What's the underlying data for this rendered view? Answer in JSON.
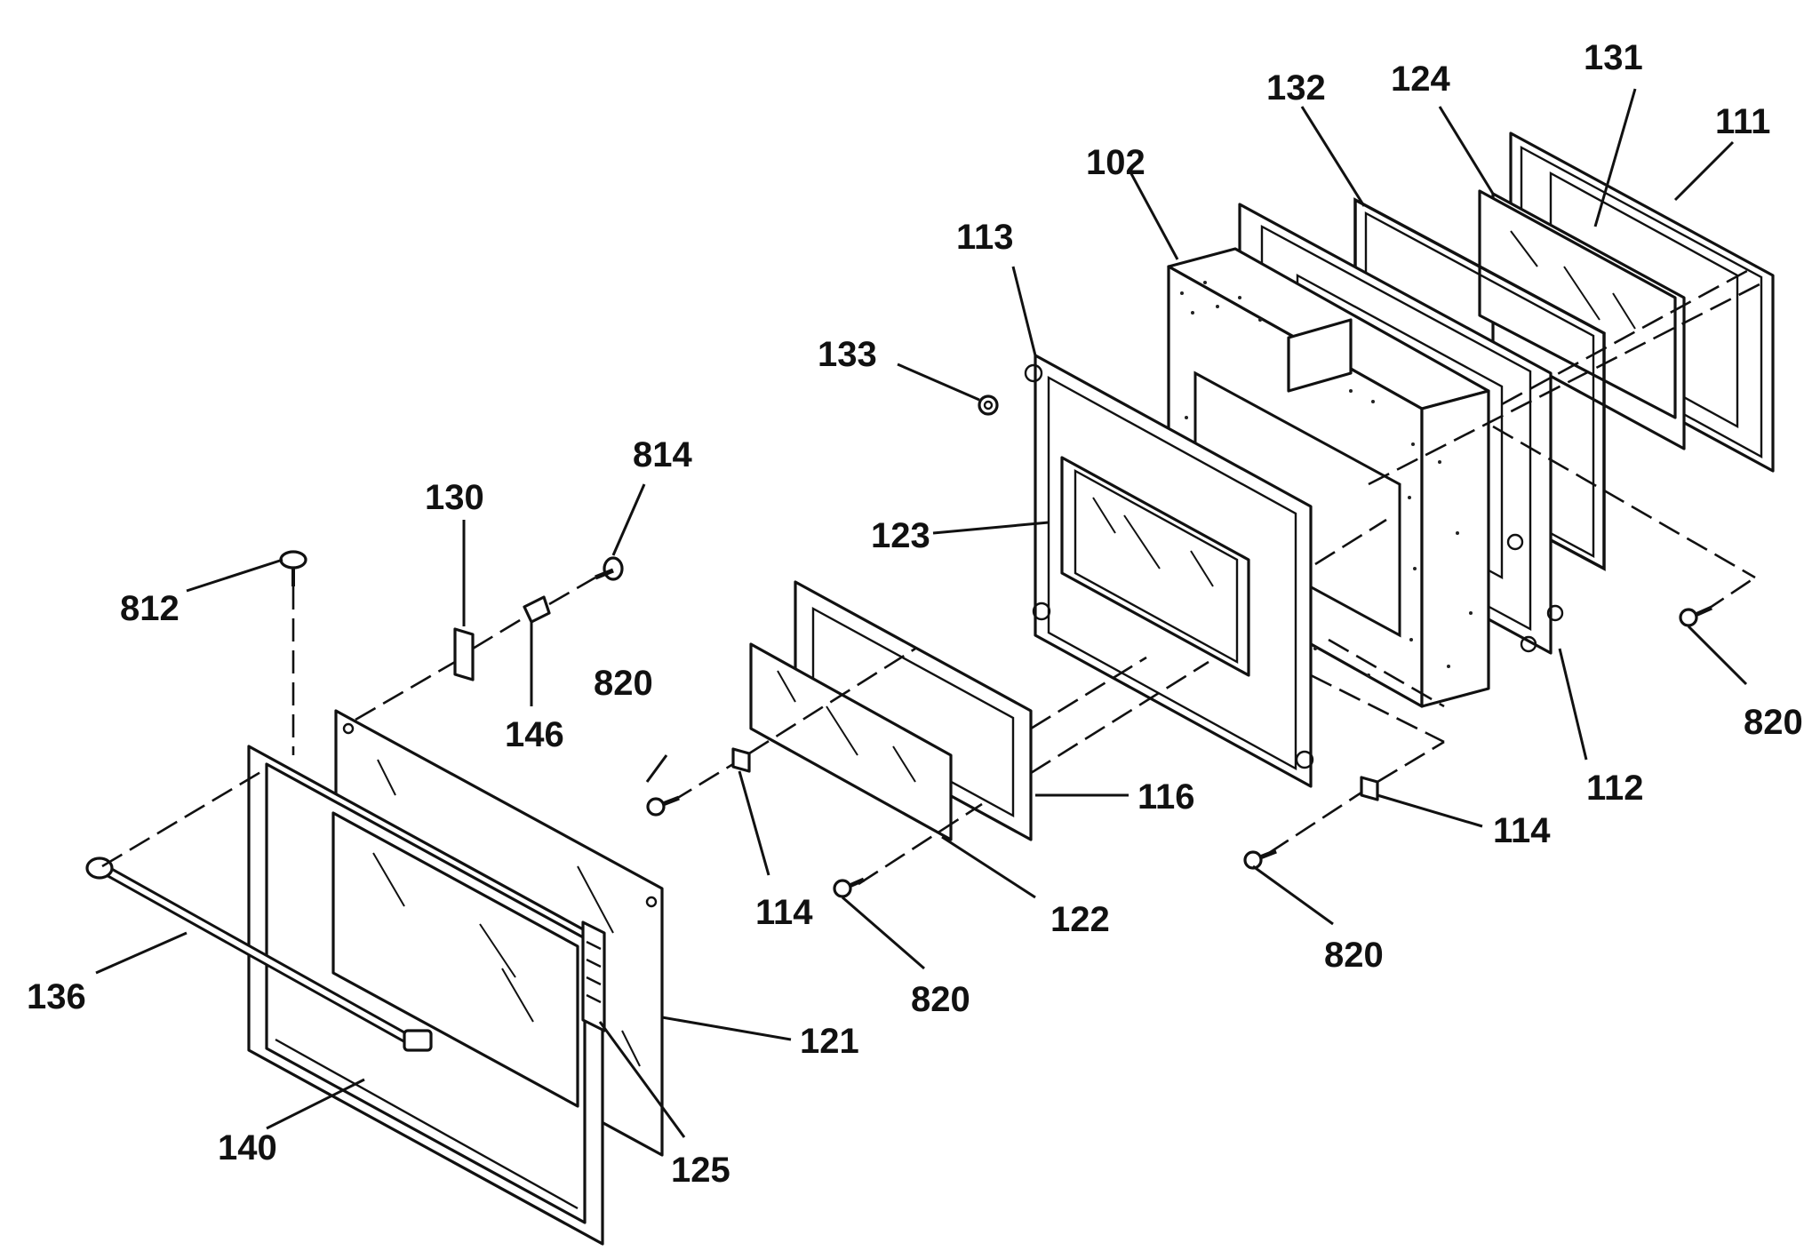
{
  "labels": {
    "l102": "102",
    "l111": "111",
    "l112": "112",
    "l113": "113",
    "l114": "114",
    "l116": "116",
    "l121": "121",
    "l122": "122",
    "l123": "123",
    "l124": "124",
    "l125": "125",
    "l130": "130",
    "l131": "131",
    "l132": "132",
    "l133": "133",
    "l136": "136",
    "l140": "140",
    "l146": "146",
    "l812": "812",
    "l814": "814",
    "l820": "820"
  }
}
